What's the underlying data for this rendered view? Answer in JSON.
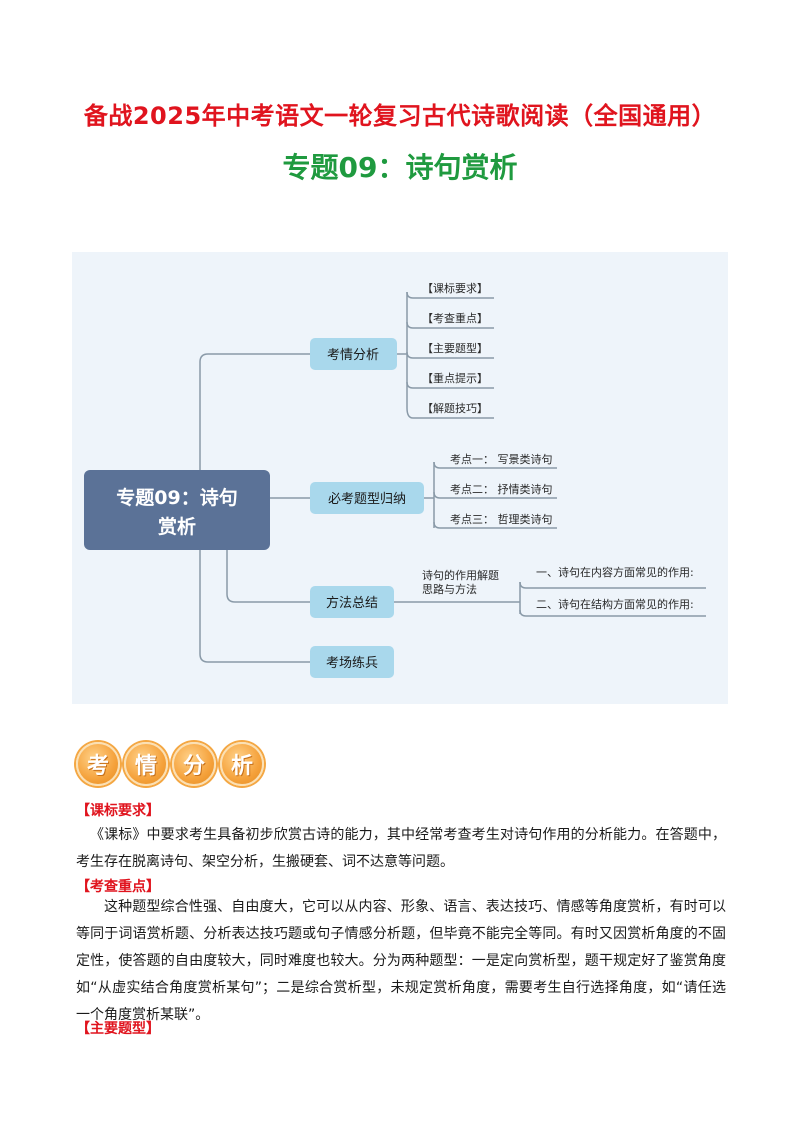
{
  "header": {
    "main_title": "备战2025年中考语文一轮复习古代诗歌阅读（全国通用）",
    "sub_title": "专题09：诗句赏析"
  },
  "mindmap": {
    "root": "专题09：诗句赏析",
    "branches": [
      {
        "label": "考情分析",
        "children": [
          "【课标要求】",
          "【考查重点】",
          "【主要题型】",
          "【重点提示】",
          "【解题技巧】"
        ]
      },
      {
        "label": "必考题型归纳",
        "children": [
          "考点一： 写景类诗句",
          "考点二： 抒情类诗句",
          "考点三： 哲理类诗句"
        ]
      },
      {
        "label": "方法总结",
        "children": [
          "诗句的作用解题思路与方法"
        ],
        "sub_children": [
          "一、诗句在内容方面常见的作用:",
          "二、诗句在结构方面常见的作用:"
        ]
      },
      {
        "label": "考场练兵",
        "children": []
      }
    ],
    "colors": {
      "root_bg": "#5b7297",
      "branch_bg": "#a9d8ec",
      "line": "#8a9aa8"
    }
  },
  "banner": [
    "考",
    "情",
    "分",
    "析"
  ],
  "sections": [
    {
      "heading": "【课标要求】",
      "paragraph": "《课标》中要求考生具备初步欣赏古诗的能力，其中经常考查考生对诗句作用的分析能力。在答题中，考生存在脱离诗句、架空分析，生搬硬套、词不达意等问题。"
    },
    {
      "heading": "【考查重点】",
      "paragraph": "这种题型综合性强、自由度大，它可以从内容、形象、语言、表达技巧、情感等角度赏析，有时可以等同于词语赏析题、分析表达技巧题或句子情感分析题，但毕竟不能完全等同。有时又因赏析角度的不固定性，使答题的自由度较大，同时难度也较大。分为两种题型：一是定向赏析型，题干规定好了鉴赏角度如“从虚实结合角度赏析某句”；二是综合赏析型，未规定赏析角度，需要考生自行选择角度，如“请任选一个角度赏析某联”。"
    },
    {
      "heading": "【主要题型】",
      "paragraph": ""
    }
  ]
}
